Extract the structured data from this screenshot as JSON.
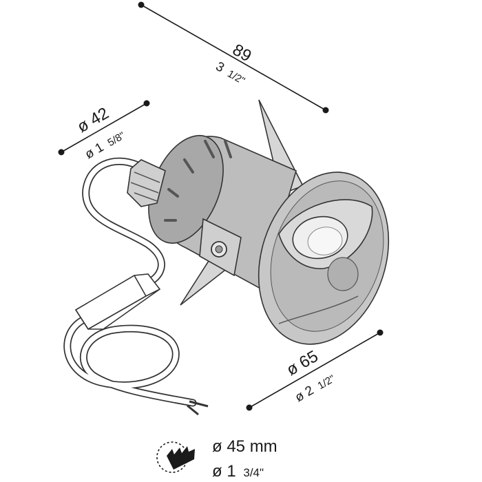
{
  "dimensions": {
    "length": {
      "metric": "89",
      "imperial_whole": "3",
      "imperial_fraction": "1/2\""
    },
    "cable_gland": {
      "metric": "ø 42",
      "imperial_whole": "ø 1",
      "imperial_fraction": "5/8\""
    },
    "face_diameter": {
      "metric": "ø 65",
      "imperial_whole": "ø 2",
      "imperial_fraction": "1/2\""
    },
    "hole_cutout": {
      "metric": "ø 45 mm",
      "imperial_whole": "ø 1",
      "imperial_fraction": "3/4\""
    }
  },
  "colors": {
    "line": "#1a1a1a",
    "body": "#bdbdbd",
    "body_dark": "#9e9e9e",
    "face": "#c7c7c7",
    "lens": "#efefef"
  },
  "icons": {
    "hole_cutter": "hole-saw-icon"
  }
}
